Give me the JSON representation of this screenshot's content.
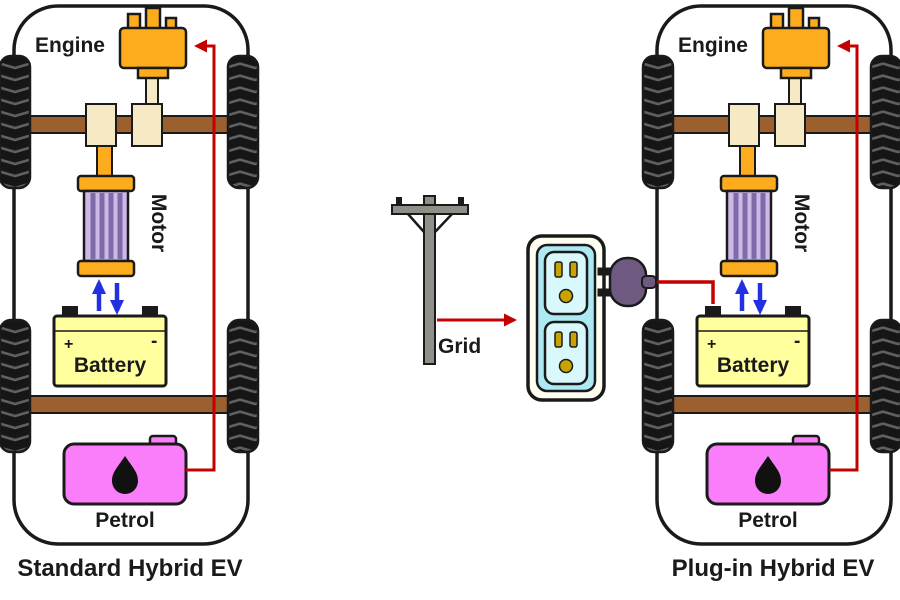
{
  "left_car": {
    "engine": "Engine",
    "motor": "Motor",
    "battery": "Battery",
    "plus": "+",
    "minus": "-",
    "petrol": "Petrol",
    "caption": "Standard Hybrid EV"
  },
  "right_car": {
    "engine": "Engine",
    "motor": "Motor",
    "battery": "Battery",
    "plus": "+",
    "minus": "-",
    "petrol": "Petrol",
    "caption": "Plug-in Hybrid EV"
  },
  "grid": {
    "label": "Grid"
  },
  "colors": {
    "engine": "#FCAC1C",
    "gearbox": "#F6E9C5",
    "axle": "#9C5F2E",
    "motor_cap": "#FCAC1C",
    "motor_body": "#CDB9E8",
    "motor_stripe": "#7E6BA8",
    "battery": "#FFFF9E",
    "petrol": "#FA7DFA",
    "pole": "#8F8F88",
    "outlet_body": "#FFFEF2",
    "outlet_face": "#ADE9F3",
    "socket": "#D9F8FC",
    "hole": "#C9A400",
    "plug": "#6E5A80",
    "wire_red": "#C40000",
    "arrow_blue": "#2230E0"
  }
}
